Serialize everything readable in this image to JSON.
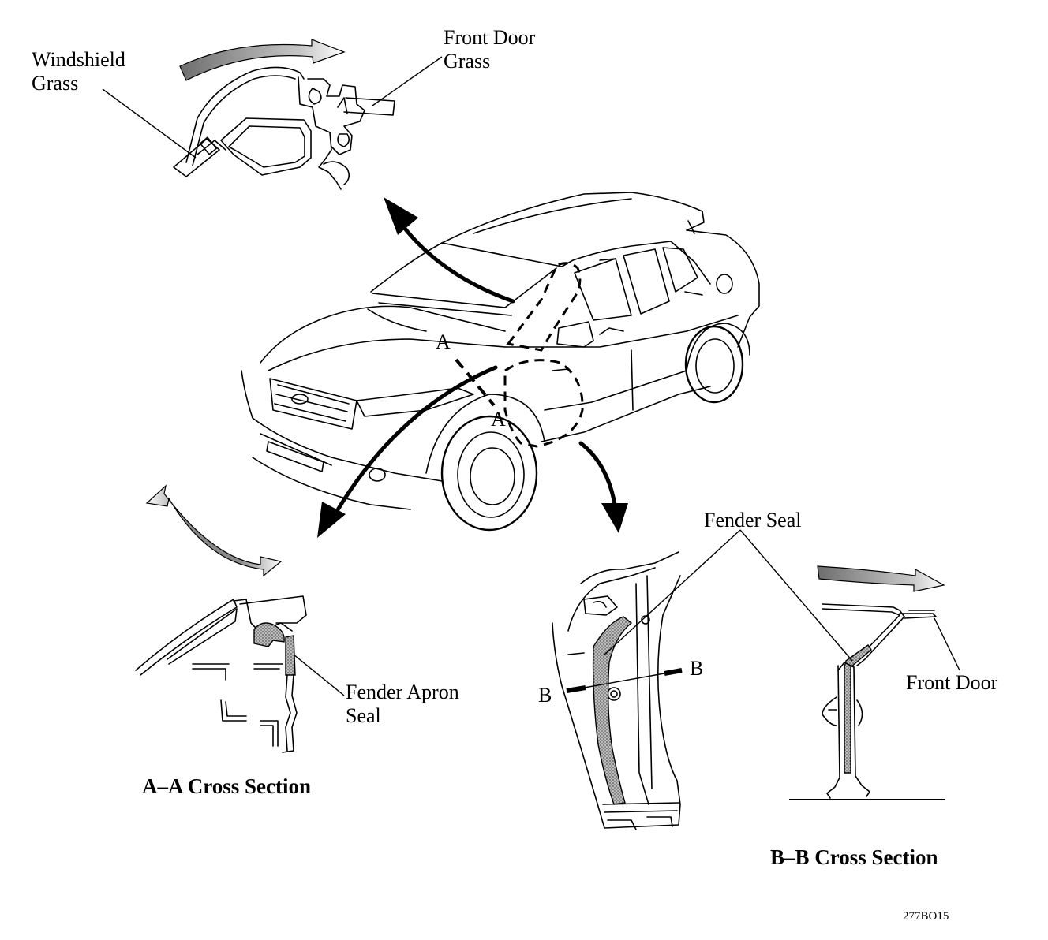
{
  "labels": {
    "windshield_grass_line1": "Windshield",
    "windshield_grass_line2": "Grass",
    "front_door_grass_line1": "Front Door",
    "front_door_grass_line2": "Grass",
    "fender_seal": "Fender Seal",
    "fender_apron_seal_line1": "Fender Apron",
    "fender_apron_seal_line2": "Seal",
    "front_door": "Front Door",
    "cut_a_upper": "A",
    "cut_a_lower": "A",
    "cut_b_left": "B",
    "cut_b_right": "B"
  },
  "titles": {
    "aa_section": "A–A Cross Section",
    "bb_section": "B–B Cross Section"
  },
  "figure_code": "277BO15",
  "icons": {
    "flow_arrow": "gradient-arrow-icon",
    "callout_arrow": "curved-arrow-icon"
  },
  "colors": {
    "ink": "#000000",
    "background": "#ffffff",
    "stipple": "#7a7a7a"
  }
}
